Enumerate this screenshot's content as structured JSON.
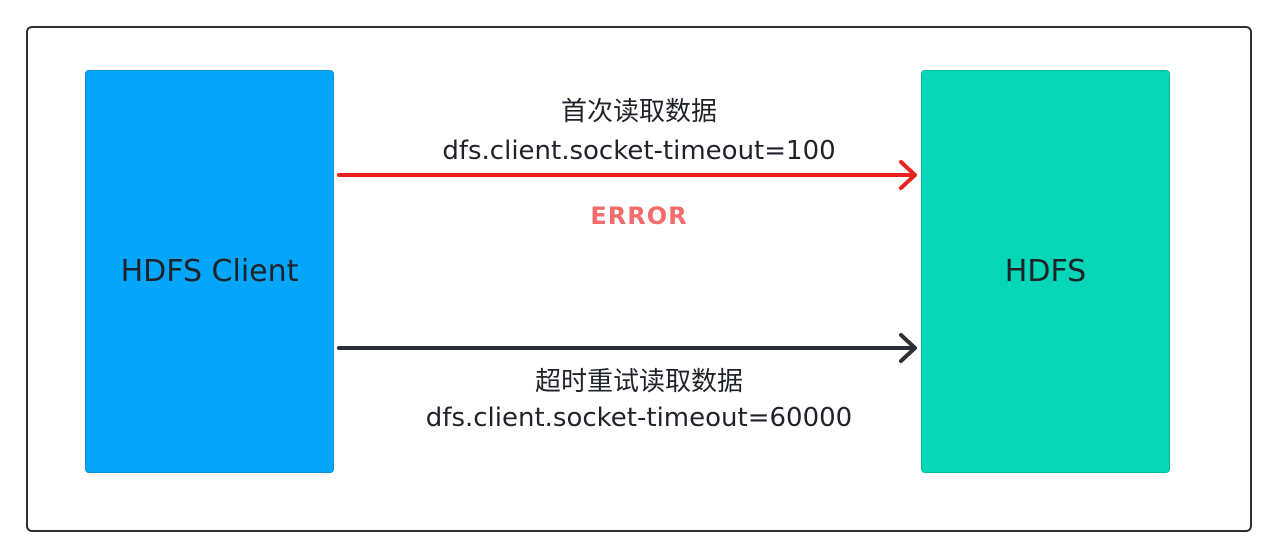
{
  "nodes": {
    "client": {
      "label": "HDFS Client",
      "color": "#04a6fa"
    },
    "server": {
      "label": "HDFS",
      "color": "#06d6b8"
    }
  },
  "first_read": {
    "title": "首次读取数据",
    "param": "dfs.client.socket-timeout=100",
    "status": "ERROR",
    "arrow_color": "#e8231e",
    "status_color": "#f36b6b"
  },
  "retry_read": {
    "title": "超时重试读取数据",
    "param": "dfs.client.socket-timeout=60000",
    "arrow_color": "#2b2f36"
  }
}
